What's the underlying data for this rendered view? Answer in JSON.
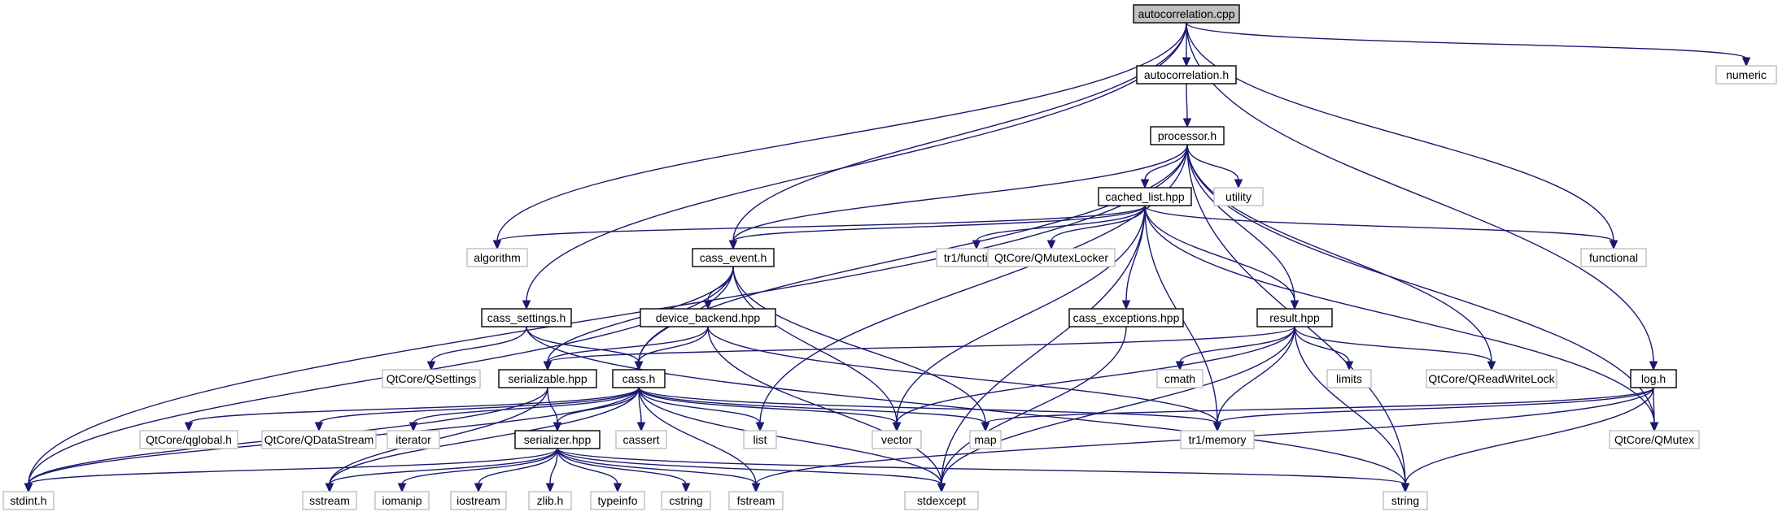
{
  "diagram": {
    "type": "include-dependency-graph",
    "colors": {
      "edge": "#191970",
      "root_fill": "#bfbfbf",
      "local_border": "#000000",
      "system_border": "#bfbfbf"
    },
    "nodes": [
      {
        "id": "autocorrelation_cpp",
        "label": "autocorrelation.cpp",
        "kind": "root"
      },
      {
        "id": "autocorrelation_h",
        "label": "autocorrelation.h",
        "kind": "local"
      },
      {
        "id": "numeric",
        "label": "numeric",
        "kind": "system"
      },
      {
        "id": "processor_h",
        "label": "processor.h",
        "kind": "local"
      },
      {
        "id": "cached_list_hpp",
        "label": "cached_list.hpp",
        "kind": "local"
      },
      {
        "id": "utility",
        "label": "utility",
        "kind": "system"
      },
      {
        "id": "algorithm",
        "label": "algorithm",
        "kind": "system"
      },
      {
        "id": "cass_event_h",
        "label": "cass_event.h",
        "kind": "local"
      },
      {
        "id": "tr1_functional",
        "label": "tr1/functional",
        "kind": "system"
      },
      {
        "id": "qmutexlocker",
        "label": "QtCore/QMutexLocker",
        "kind": "system"
      },
      {
        "id": "functional",
        "label": "functional",
        "kind": "system"
      },
      {
        "id": "cass_settings_h",
        "label": "cass_settings.h",
        "kind": "local"
      },
      {
        "id": "device_backend_hpp",
        "label": "device_backend.hpp",
        "kind": "local"
      },
      {
        "id": "cass_exceptions_hpp",
        "label": "cass_exceptions.hpp",
        "kind": "local"
      },
      {
        "id": "result_hpp",
        "label": "result.hpp",
        "kind": "local"
      },
      {
        "id": "qsettings",
        "label": "QtCore/QSettings",
        "kind": "system"
      },
      {
        "id": "serializable_hpp",
        "label": "serializable.hpp",
        "kind": "local"
      },
      {
        "id": "cass_h",
        "label": "cass.h",
        "kind": "local"
      },
      {
        "id": "cmath",
        "label": "cmath",
        "kind": "system"
      },
      {
        "id": "limits",
        "label": "limits",
        "kind": "system"
      },
      {
        "id": "qreadwritelock",
        "label": "QtCore/QReadWriteLock",
        "kind": "system"
      },
      {
        "id": "log_h",
        "label": "log.h",
        "kind": "local"
      },
      {
        "id": "qglobal_h",
        "label": "QtCore/qglobal.h",
        "kind": "system"
      },
      {
        "id": "qdatastream",
        "label": "QtCore/QDataStream",
        "kind": "system"
      },
      {
        "id": "iterator",
        "label": "iterator",
        "kind": "system"
      },
      {
        "id": "serializer_hpp",
        "label": "serializer.hpp",
        "kind": "local"
      },
      {
        "id": "cassert",
        "label": "cassert",
        "kind": "system"
      },
      {
        "id": "list",
        "label": "list",
        "kind": "system"
      },
      {
        "id": "vector",
        "label": "vector",
        "kind": "system"
      },
      {
        "id": "map",
        "label": "map",
        "kind": "system"
      },
      {
        "id": "tr1_memory",
        "label": "tr1/memory",
        "kind": "system"
      },
      {
        "id": "qmutex",
        "label": "QtCore/QMutex",
        "kind": "system"
      },
      {
        "id": "stdint_h",
        "label": "stdint.h",
        "kind": "system"
      },
      {
        "id": "sstream",
        "label": "sstream",
        "kind": "system"
      },
      {
        "id": "iomanip",
        "label": "iomanip",
        "kind": "system"
      },
      {
        "id": "iostream",
        "label": "iostream",
        "kind": "system"
      },
      {
        "id": "zlib_h",
        "label": "zlib.h",
        "kind": "system"
      },
      {
        "id": "typeinfo",
        "label": "typeinfo",
        "kind": "system"
      },
      {
        "id": "cstring",
        "label": "cstring",
        "kind": "system"
      },
      {
        "id": "fstream",
        "label": "fstream",
        "kind": "system"
      },
      {
        "id": "stdexcept",
        "label": "stdexcept",
        "kind": "system"
      },
      {
        "id": "string",
        "label": "string",
        "kind": "system"
      }
    ],
    "edges": [
      [
        "autocorrelation_cpp",
        "autocorrelation_h"
      ],
      [
        "autocorrelation_cpp",
        "numeric"
      ],
      [
        "autocorrelation_cpp",
        "algorithm"
      ],
      [
        "autocorrelation_cpp",
        "cass_event_h"
      ],
      [
        "autocorrelation_cpp",
        "cass_settings_h"
      ],
      [
        "autocorrelation_cpp",
        "functional"
      ],
      [
        "autocorrelation_cpp",
        "log_h"
      ],
      [
        "autocorrelation_h",
        "processor_h"
      ],
      [
        "processor_h",
        "cached_list_hpp"
      ],
      [
        "processor_h",
        "utility"
      ],
      [
        "processor_h",
        "cass_event_h"
      ],
      [
        "processor_h",
        "result_hpp"
      ],
      [
        "processor_h",
        "qreadwritelock"
      ],
      [
        "processor_h",
        "qmutex"
      ],
      [
        "processor_h",
        "stdint_h"
      ],
      [
        "processor_h",
        "cass_h"
      ],
      [
        "processor_h",
        "list"
      ],
      [
        "processor_h",
        "string"
      ],
      [
        "cached_list_hpp",
        "algorithm"
      ],
      [
        "cached_list_hpp",
        "cass_event_h"
      ],
      [
        "cached_list_hpp",
        "tr1_functional"
      ],
      [
        "cached_list_hpp",
        "qmutexlocker"
      ],
      [
        "cached_list_hpp",
        "functional"
      ],
      [
        "cached_list_hpp",
        "cass_exceptions_hpp"
      ],
      [
        "cached_list_hpp",
        "result_hpp"
      ],
      [
        "cached_list_hpp",
        "vector"
      ],
      [
        "cached_list_hpp",
        "tr1_memory"
      ],
      [
        "cached_list_hpp",
        "stdexcept"
      ],
      [
        "cached_list_hpp",
        "qmutex"
      ],
      [
        "cass_event_h",
        "device_backend_hpp"
      ],
      [
        "cass_event_h",
        "serializable_hpp"
      ],
      [
        "cass_event_h",
        "cass_h"
      ],
      [
        "cass_event_h",
        "vector"
      ],
      [
        "cass_event_h",
        "map"
      ],
      [
        "cass_event_h",
        "stdint_h"
      ],
      [
        "cass_settings_h",
        "qsettings"
      ],
      [
        "cass_settings_h",
        "cass_h"
      ],
      [
        "cass_settings_h",
        "string"
      ],
      [
        "device_backend_hpp",
        "serializable_hpp"
      ],
      [
        "device_backend_hpp",
        "cass_h"
      ],
      [
        "device_backend_hpp",
        "tr1_memory"
      ],
      [
        "device_backend_hpp",
        "stdexcept"
      ],
      [
        "cass_exceptions_hpp",
        "stdexcept"
      ],
      [
        "result_hpp",
        "serializable_hpp"
      ],
      [
        "result_hpp",
        "cmath"
      ],
      [
        "result_hpp",
        "limits"
      ],
      [
        "result_hpp",
        "qreadwritelock"
      ],
      [
        "result_hpp",
        "vector"
      ],
      [
        "result_hpp",
        "tr1_memory"
      ],
      [
        "result_hpp",
        "stdexcept"
      ],
      [
        "result_hpp",
        "string"
      ],
      [
        "serializable_hpp",
        "serializer_hpp"
      ],
      [
        "serializable_hpp",
        "stdint_h"
      ],
      [
        "serializable_hpp",
        "sstream"
      ],
      [
        "cass_h",
        "qglobal_h"
      ],
      [
        "cass_h",
        "qdatastream"
      ],
      [
        "cass_h",
        "iterator"
      ],
      [
        "cass_h",
        "cassert"
      ],
      [
        "cass_h",
        "list"
      ],
      [
        "cass_h",
        "vector"
      ],
      [
        "cass_h",
        "map"
      ],
      [
        "cass_h",
        "tr1_memory"
      ],
      [
        "cass_h",
        "stdint_h"
      ],
      [
        "cass_h",
        "sstream"
      ],
      [
        "cass_h",
        "fstream"
      ],
      [
        "cass_h",
        "stdexcept"
      ],
      [
        "cass_h",
        "serializer_hpp"
      ],
      [
        "log_h",
        "map"
      ],
      [
        "log_h",
        "tr1_memory"
      ],
      [
        "log_h",
        "qmutex"
      ],
      [
        "log_h",
        "fstream"
      ],
      [
        "log_h",
        "string"
      ],
      [
        "serializer_hpp",
        "stdint_h"
      ],
      [
        "serializer_hpp",
        "sstream"
      ],
      [
        "serializer_hpp",
        "iomanip"
      ],
      [
        "serializer_hpp",
        "iostream"
      ],
      [
        "serializer_hpp",
        "zlib_h"
      ],
      [
        "serializer_hpp",
        "typeinfo"
      ],
      [
        "serializer_hpp",
        "cstring"
      ],
      [
        "serializer_hpp",
        "fstream"
      ],
      [
        "serializer_hpp",
        "stdexcept"
      ],
      [
        "serializer_hpp",
        "string"
      ]
    ]
  }
}
